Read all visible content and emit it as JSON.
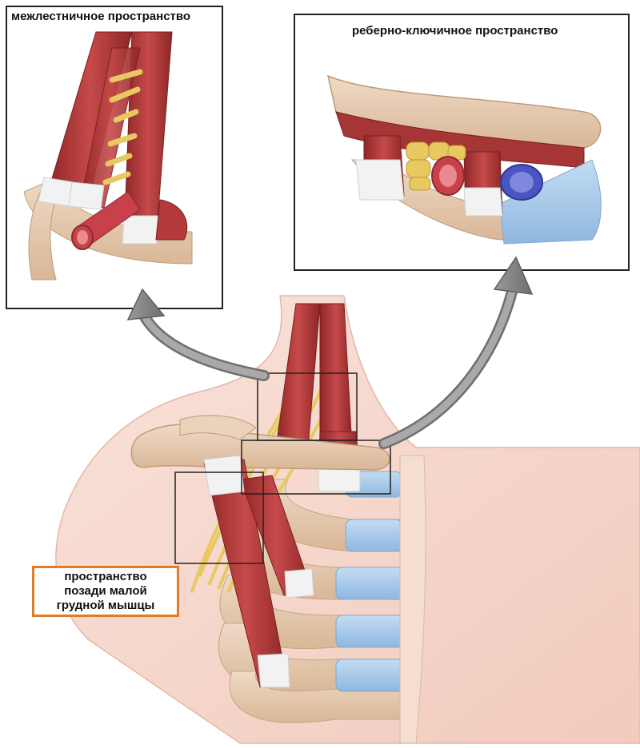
{
  "labels": {
    "interscalene": "межлестничное пространство",
    "costoclavicular": "реберно-ключичное пространство",
    "retropectoral_line1": "пространство",
    "retropectoral_line2": "позади малой",
    "retropectoral_line3": "грудной мышцы"
  },
  "colors": {
    "frame": "#222222",
    "callout_border": "#e07b2a",
    "muscle": "#b33a3a",
    "tendon": "#f2f2f2",
    "bone": "#e6cbb0",
    "cartilage": "#a9cbeb",
    "nerve": "#e8c860",
    "artery": "#c8414a",
    "vein": "#4a55c4",
    "skin": "#f6d8cf",
    "arrow": "#8a8a8a"
  },
  "icons": [
    "arrow-up-left-icon",
    "arrow-up-right-icon"
  ]
}
